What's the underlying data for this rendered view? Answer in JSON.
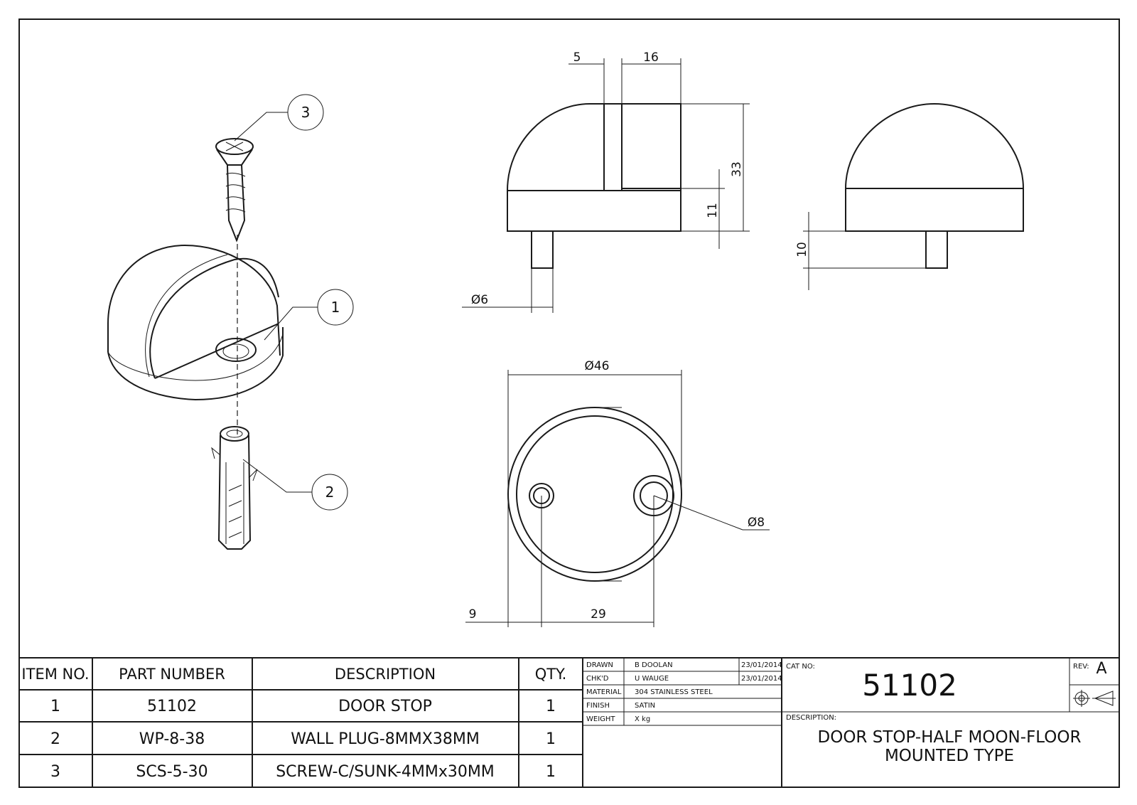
{
  "dimensions": {
    "top_5": "5",
    "top_16": "16",
    "height_33": "33",
    "base_11": "11",
    "pin_10": "10",
    "pin_dia": "Ø6",
    "outer_dia": "Ø46",
    "hole_dia": "Ø8",
    "offset_9": "9",
    "offset_29": "29"
  },
  "balloons": {
    "b1": "1",
    "b2": "2",
    "b3": "3"
  },
  "bom": {
    "headers": {
      "item": "ITEM NO.",
      "part": "PART NUMBER",
      "desc": "DESCRIPTION",
      "qty": "QTY."
    },
    "rows": [
      {
        "item": "1",
        "part": "51102",
        "desc": "DOOR STOP",
        "qty": "1"
      },
      {
        "item": "2",
        "part": "WP-8-38",
        "desc": "WALL PLUG-8MMX38MM",
        "qty": "1"
      },
      {
        "item": "3",
        "part": "SCS-5-30",
        "desc": "SCREW-C/SUNK-4MMx30MM",
        "qty": "1"
      }
    ]
  },
  "title_block": {
    "drawn_label": "DRAWN",
    "drawn_name": "B DOOLAN",
    "drawn_date": "23/01/2014",
    "chkd_label": "CHK'D",
    "chkd_name": "U WAUGE",
    "chkd_date": "23/01/2014",
    "material_label": "MATERIAL",
    "material_value": "304 STAINLESS STEEL",
    "finish_label": "FINISH",
    "finish_value": "SATIN",
    "weight_label": "WEIGHT",
    "weight_value": "X kg",
    "cat_label": "CAT NO:",
    "cat_value": "51102",
    "rev_label": "REV:",
    "rev_value": "A",
    "desc_label": "DESCRIPTION:",
    "desc_line1": "DOOR STOP-HALF MOON-FLOOR",
    "desc_line2": "MOUNTED TYPE"
  }
}
